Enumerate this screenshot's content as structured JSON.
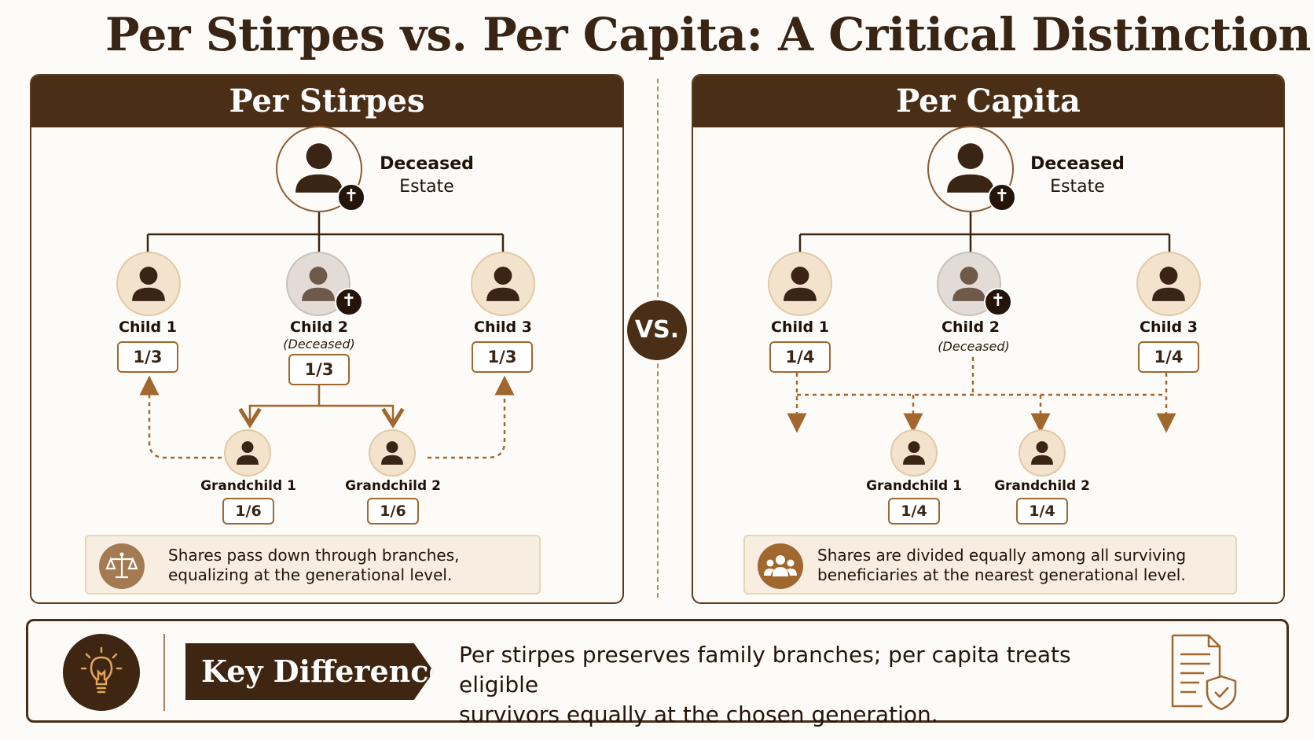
{
  "title": "Per Stirpes vs. Per Capita: A Critical Distinction",
  "colors": {
    "brown_dark": "#4a2e16",
    "accent": "#a0672e",
    "cream": "#f7eee1"
  },
  "vs": "VS.",
  "left": {
    "header": "Per Stirpes",
    "root": {
      "name": "Deceased",
      "sub": "Estate",
      "icon": "person-icon"
    },
    "children": [
      {
        "name": "Child 1",
        "share": "1/3"
      },
      {
        "name": "Child 2",
        "note": "(Deceased)",
        "share": "1/3"
      },
      {
        "name": "Child 3",
        "share": "1/3"
      }
    ],
    "grandchildren": [
      {
        "name": "Grandchild 1",
        "share": "1/6"
      },
      {
        "name": "Grandchild 2",
        "share": "1/6"
      }
    ],
    "note_icon": "scales-icon",
    "note_line1": "Shares pass down through branches,",
    "note_line2": "equalizing at the generational level."
  },
  "right": {
    "header": "Per Capita",
    "root": {
      "name": "Deceased",
      "sub": "Estate",
      "icon": "person-icon"
    },
    "children": [
      {
        "name": "Child 1",
        "share": "1/4"
      },
      {
        "name": "Child 2",
        "note": "(Deceased)"
      },
      {
        "name": "Child 3",
        "share": "1/4"
      }
    ],
    "grandchildren": [
      {
        "name": "Grandchild 1",
        "share": "1/4"
      },
      {
        "name": "Grandchild 2",
        "share": "1/4"
      }
    ],
    "note_icon": "group-icon",
    "note_line1": "Shares are divided equally among all surviving",
    "note_line2": "beneficiaries at the nearest generational level."
  },
  "key": {
    "icon": "lightbulb-icon",
    "label": "Key Difference",
    "line1": "Per stirpes preserves family branches; per capita treats eligible",
    "line2": "survivors equally at the chosen generation.",
    "doc_icon": "document-shield-icon"
  }
}
